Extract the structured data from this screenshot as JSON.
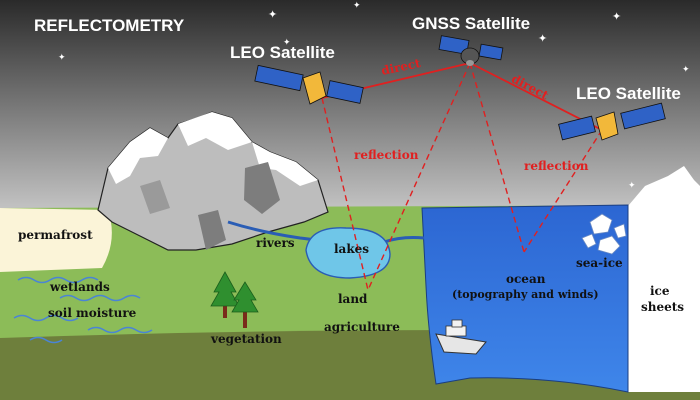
{
  "title": "REFLECTOMETRY",
  "satellites": {
    "gnss": "GNSS Satellite",
    "leo_left": "LEO Satellite",
    "leo_right": "LEO Satellite"
  },
  "signals": {
    "direct_left": "direct",
    "direct_right": "direct",
    "reflection_left": "reflection",
    "reflection_right": "reflection"
  },
  "surfaces": {
    "permafrost": "permafrost",
    "wetlands": "wetlands",
    "soil_moisture": "soil moisture",
    "rivers": "rivers",
    "lakes": "lakes",
    "land": "land",
    "agriculture": "agriculture",
    "vegetation": "vegetation",
    "ocean": "ocean",
    "ocean_detail": "(topography and winds)",
    "sea_ice": "sea-ice",
    "ice": "ice",
    "sheets": "sheets"
  },
  "colors": {
    "sky_top": "#2a2a2a",
    "sky_bottom": "#d2d2d2",
    "land": "#8cbc58",
    "ocean": "#2e6fd8",
    "lake": "#6fc6e8",
    "signal": "#e02020",
    "permafrost": "#fbf4d8",
    "solar_panel": "#2f62c6",
    "satellite_body": "#f2b83a"
  }
}
